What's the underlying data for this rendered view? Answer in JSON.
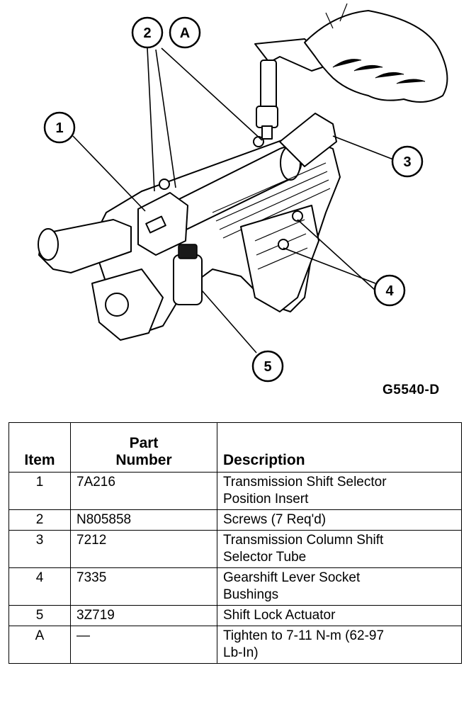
{
  "figure": {
    "code": "G5540-D",
    "callouts": [
      "1",
      "2",
      "3",
      "4",
      "5",
      "A"
    ]
  },
  "table": {
    "headers": {
      "item": "Item",
      "part_line1": "Part",
      "part_line2": "Number",
      "description": "Description"
    },
    "rows": [
      {
        "item": "1",
        "part": "7A216",
        "desc1": "Transmission Shift Selector",
        "desc2": "Position Insert"
      },
      {
        "item": "2",
        "part": "N805858",
        "desc1": "Screws (7 Req'd)",
        "desc2": ""
      },
      {
        "item": "3",
        "part": "7212",
        "desc1": "Transmission Column Shift",
        "desc2": "Selector Tube"
      },
      {
        "item": "4",
        "part": "7335",
        "desc1": "Gearshift Lever Socket",
        "desc2": "Bushings"
      },
      {
        "item": "5",
        "part": "3Z719",
        "desc1": "Shift Lock Actuator",
        "desc2": ""
      },
      {
        "item": "A",
        "part": "—",
        "desc1": "Tighten to 7-11 N-m (62-97",
        "desc2": "Lb-In)"
      }
    ]
  }
}
